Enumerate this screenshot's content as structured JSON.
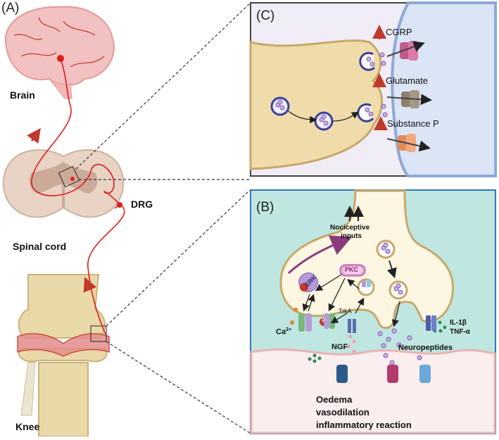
{
  "panels": {
    "a": {
      "letter": "(A)",
      "brain": "Brain",
      "spinal_cord": "Spinal cord",
      "drg": "DRG",
      "knee": "Knee"
    },
    "c": {
      "letter": "(C)",
      "cgrp": "CGRP",
      "glutamate": "Glutamate",
      "substance_p": "Substance P"
    },
    "b": {
      "letter": "(B)",
      "nociceptive_1": "Nociceptive",
      "nociceptive_2": "inputs",
      "pkc": "PKC",
      "erk": "ERK",
      "p_marker": "P",
      "trka": "TrkA",
      "ngf": "NGF",
      "ca": "Ca",
      "ca_sup": "2+",
      "neuropeptides": "Neuropeptides",
      "il1b": "IL-1β",
      "tnfa": "TNF-α",
      "oedema": "Oedema",
      "vasodilation": "vasodilation",
      "inflammatory": "inflammatory reaction"
    }
  },
  "colors": {
    "nerve": "#e01b1b",
    "panel_c_bg": "#f1edf6",
    "panel_c_border": "#444444",
    "panel_b_bg": "#bfe6e0",
    "panel_b_border": "#2f78b5",
    "presynaptic": "#efdcaa",
    "presynaptic_edge": "#c8a869",
    "postsynaptic": "#dbe5f5",
    "postsynaptic_edge": "#8ca9d9",
    "up_arrow": "#c0392b",
    "pathway_arrow": "#8a3b7c"
  }
}
